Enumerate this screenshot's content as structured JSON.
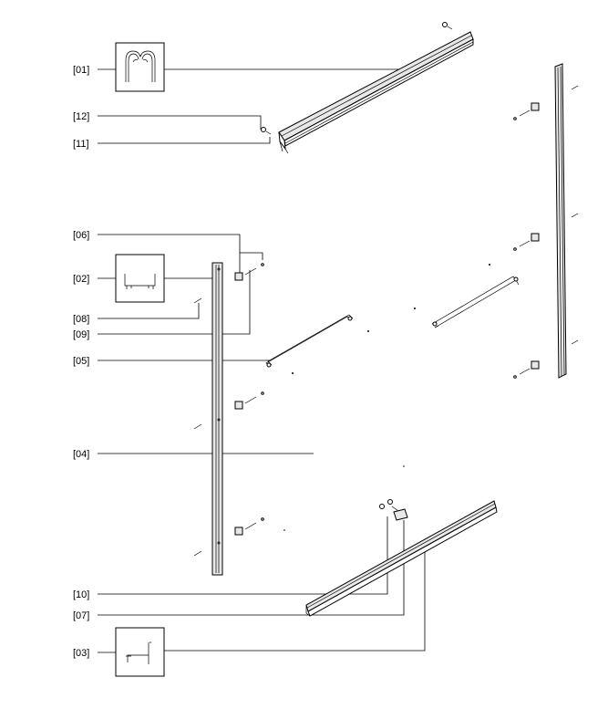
{
  "labels": {
    "l01": "[01]",
    "l12": "[12]",
    "l11": "[11]",
    "l06": "[06]",
    "l02": "[02]",
    "l08": "[08]",
    "l09": "[09]",
    "l05": "[05]",
    "l04": "[04]",
    "l10": "[10]",
    "l07": "[07]",
    "l03": "[03]"
  }
}
